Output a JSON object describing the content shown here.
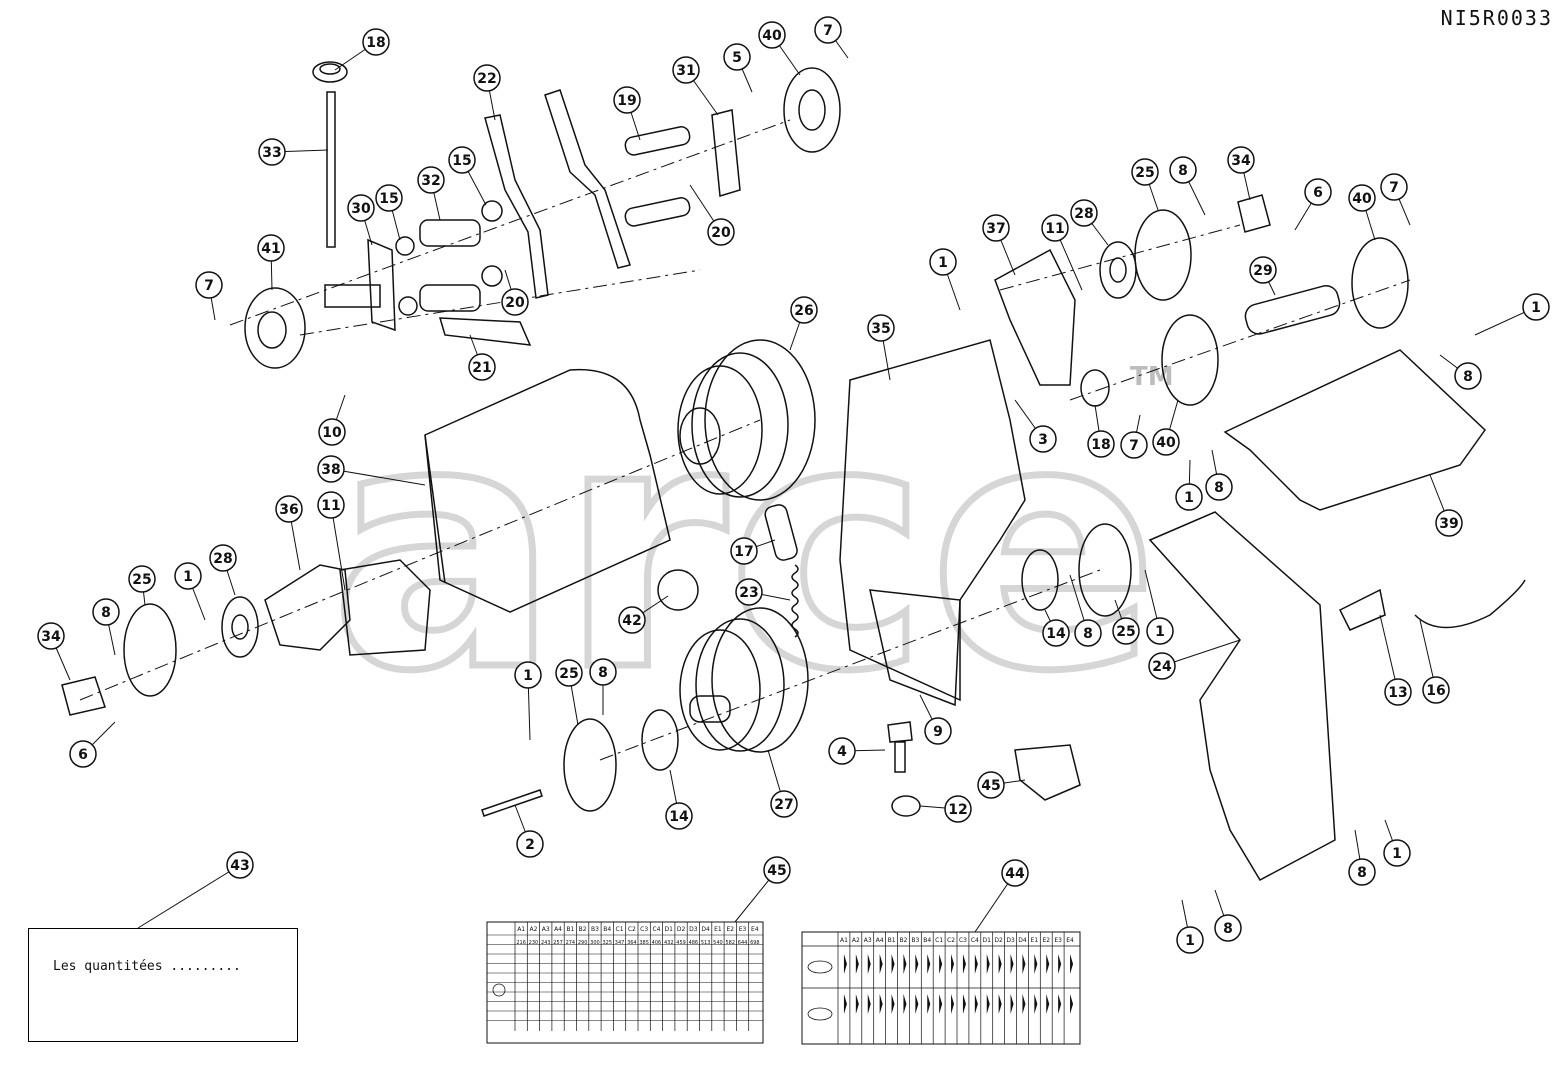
{
  "drawing_id": "NI5R0033",
  "note_box": {
    "text": "Les quantitées ........."
  },
  "watermark": {
    "text": "arce",
    "tm": "TM"
  },
  "callouts": [
    {
      "label": "18"
    },
    {
      "label": "33"
    },
    {
      "label": "22"
    },
    {
      "label": "19"
    },
    {
      "label": "31"
    },
    {
      "label": "5"
    },
    {
      "label": "40"
    },
    {
      "label": "7"
    },
    {
      "label": "15"
    },
    {
      "label": "32"
    },
    {
      "label": "30"
    },
    {
      "label": "15"
    },
    {
      "label": "20"
    },
    {
      "label": "41"
    },
    {
      "label": "7"
    },
    {
      "label": "20"
    },
    {
      "label": "21"
    },
    {
      "label": "25"
    },
    {
      "label": "8"
    },
    {
      "label": "34"
    },
    {
      "label": "6"
    },
    {
      "label": "40"
    },
    {
      "label": "7"
    },
    {
      "label": "37"
    },
    {
      "label": "11"
    },
    {
      "label": "28"
    },
    {
      "label": "29"
    },
    {
      "label": "1"
    },
    {
      "label": "26"
    },
    {
      "label": "35"
    },
    {
      "label": "1"
    },
    {
      "label": "8"
    },
    {
      "label": "3"
    },
    {
      "label": "18"
    },
    {
      "label": "7"
    },
    {
      "label": "40"
    },
    {
      "label": "10"
    },
    {
      "label": "38"
    },
    {
      "label": "1"
    },
    {
      "label": "8"
    },
    {
      "label": "39"
    },
    {
      "label": "36"
    },
    {
      "label": "11"
    },
    {
      "label": "17"
    },
    {
      "label": "25"
    },
    {
      "label": "1"
    },
    {
      "label": "28"
    },
    {
      "label": "34"
    },
    {
      "label": "8"
    },
    {
      "label": "6"
    },
    {
      "label": "42"
    },
    {
      "label": "23"
    },
    {
      "label": "14"
    },
    {
      "label": "8"
    },
    {
      "label": "25"
    },
    {
      "label": "1"
    },
    {
      "label": "24"
    },
    {
      "label": "13"
    },
    {
      "label": "16"
    },
    {
      "label": "9"
    },
    {
      "label": "1"
    },
    {
      "label": "25"
    },
    {
      "label": "8"
    },
    {
      "label": "4"
    },
    {
      "label": "27"
    },
    {
      "label": "14"
    },
    {
      "label": "12"
    },
    {
      "label": "45"
    },
    {
      "label": "2"
    },
    {
      "label": "43"
    },
    {
      "label": "45"
    },
    {
      "label": "44"
    },
    {
      "label": "8"
    },
    {
      "label": "1"
    },
    {
      "label": "1"
    },
    {
      "label": "8"
    }
  ],
  "table_45": {
    "columns": [
      "A1",
      "A2",
      "A3",
      "A4",
      "B1",
      "B2",
      "B3",
      "B4",
      "C1",
      "C2",
      "C3",
      "C4",
      "D1",
      "D2",
      "D3",
      "D4",
      "E1",
      "E2",
      "E3",
      "E4"
    ],
    "first_row": [
      "216",
      "230",
      "243",
      "257",
      "274",
      "290",
      "300",
      "325",
      "347",
      "364",
      "385",
      "406",
      "432",
      "459",
      "486",
      "513",
      "540",
      "582",
      "644",
      "698"
    ]
  },
  "table_44": {
    "columns": [
      "A1",
      "A2",
      "A3",
      "A4",
      "B1",
      "B2",
      "B3",
      "B4",
      "C1",
      "C2",
      "C3",
      "C4",
      "D1",
      "D2",
      "D3",
      "D4",
      "E1",
      "E2",
      "E3",
      "E4"
    ]
  }
}
